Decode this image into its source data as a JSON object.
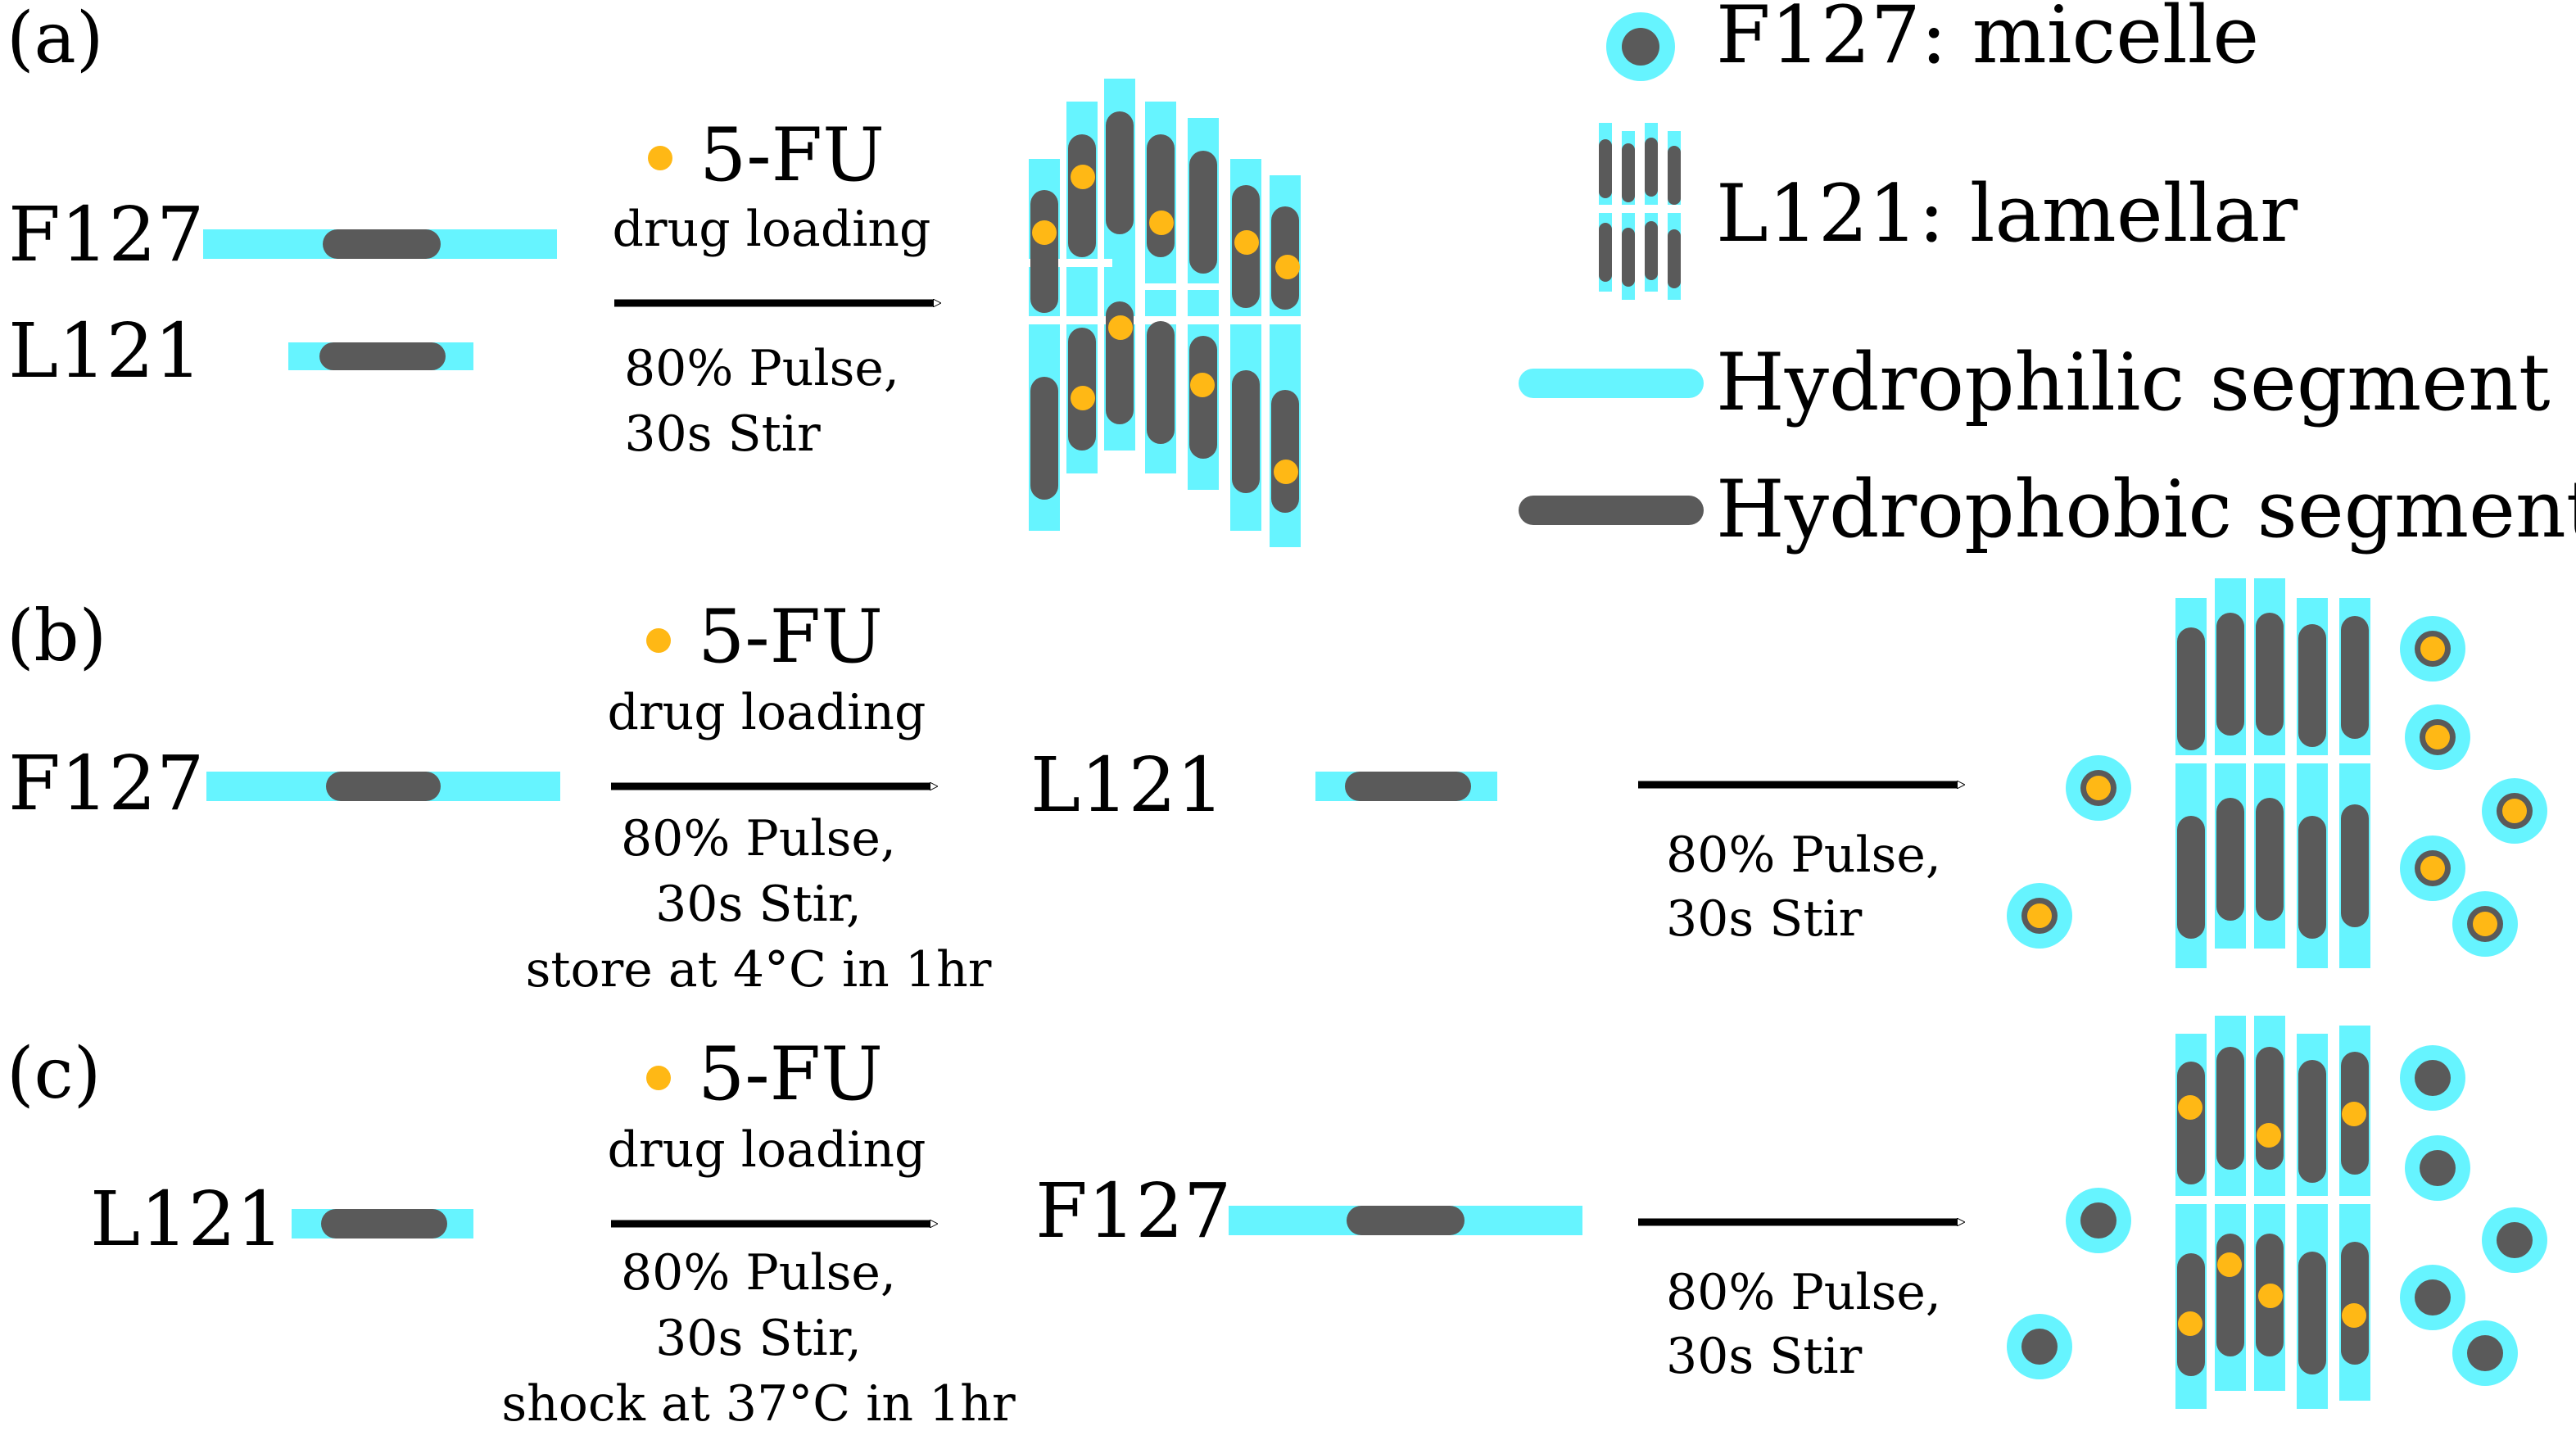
{
  "colors": {
    "hydrophilic": "#66f4ff",
    "hydrophobic": "#5a5a5a",
    "drug": "#ffb815",
    "text": "#000000",
    "arrow": "#000000"
  },
  "legend": {
    "micelle": "F127: micelle",
    "lamellar": "L121: lamellar",
    "hydrophilic": "Hydrophilic segment",
    "hydrophobic": "Hydrophobic segment"
  },
  "panel_a": {
    "label": "(a)",
    "f127": "F127",
    "l121": "L121",
    "drug": "5-FU",
    "drug_step": "drug loading",
    "cond1": "80% Pulse,",
    "cond2": "30s Stir"
  },
  "panel_b": {
    "label": "(b)",
    "f127": "F127",
    "drug": "5-FU",
    "drug_step": "drug loading",
    "cond1": "80% Pulse,",
    "cond2": "30s Stir,",
    "cond3": "store at 4°C in 1hr",
    "l121": "L121",
    "cond4": "80% Pulse,",
    "cond5": "30s Stir"
  },
  "panel_c": {
    "label": "(c)",
    "l121": "L121",
    "drug": "5-FU",
    "drug_step": "drug loading",
    "cond1": "80% Pulse,",
    "cond2": "30s Stir,",
    "cond3": "shock at 37°C in 1hr",
    "f127": "F127",
    "cond4": "80% Pulse,",
    "cond5": "30s Stir"
  }
}
